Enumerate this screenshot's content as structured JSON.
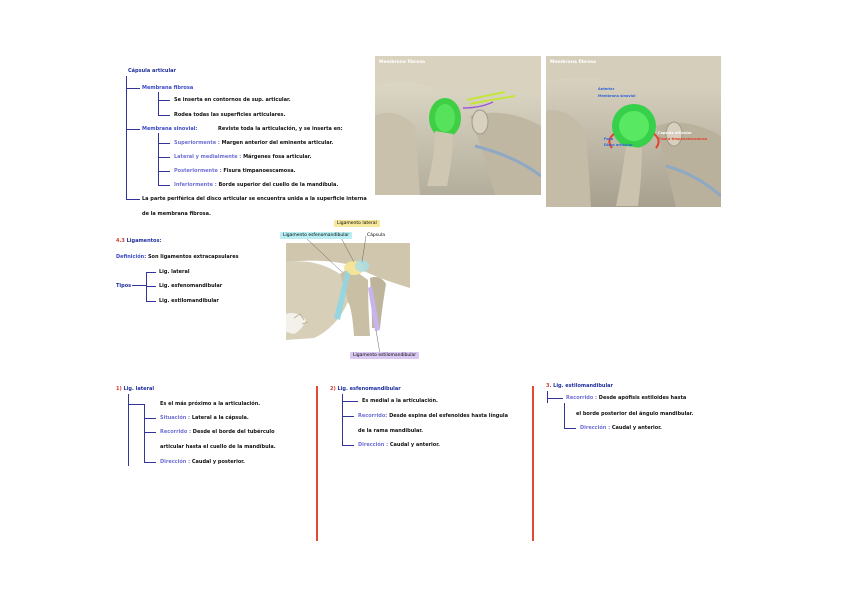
{
  "top": {
    "title": "Cápsula articular",
    "fibrosa": "Membrana fibrosa",
    "fib1": "Se inserta en contornos de sup. articular.",
    "fib2": "Rodea todas las superficies articulares.",
    "sinovial_label": "Membrana sinovial:",
    "sinovial_text": "Reviste toda la articulación, y se inserta en:",
    "sup_label": "Superiormente :",
    "sup_text": "Margen anterior del eminente articular.",
    "lat_label": "Lateral y medialmente :",
    "lat_text": "Márgenes fosa articular.",
    "post_label": "Posteriormente :",
    "post_text": "Fisura timpanoescamosa.",
    "inf_label": "Inferiormente :",
    "inf_text": "Borde superior del cuello de la mandíbula.",
    "note1": "La parte periférica del disco articular se encuentra unida a la superficie interna",
    "note2": "de la membrana fibrosa."
  },
  "images": {
    "left_title": "Membrana fibrosa",
    "right_title": "Membrana fibrosa",
    "right_labels": [
      "Anterior",
      "Membrana sinovial",
      "Fosa",
      "Disco articular",
      "Capsula articular",
      "Fisura timpanoescamosa"
    ]
  },
  "ligamentos": {
    "number": "4.3",
    "title": "Ligamentos:",
    "def_label": "Definición:",
    "def_text": "Son ligamentos extracapsulares",
    "tipos_label": "Tipos",
    "items": [
      "Lig. lateral",
      "Lig. esfenomandibular",
      "Lig. estilomandibular"
    ]
  },
  "diagram": {
    "tag_top": "Ligamento lateral",
    "tag_left": "Ligamento esfenomandibular",
    "tag_capsula": "Cápsula",
    "tag_bottom": "Ligamento estilomandibular",
    "colors": {
      "yellow": "#f6e89c",
      "cyan": "#b8eef4",
      "purple": "#d9c9f2"
    }
  },
  "col1": {
    "num": "1)",
    "title": "Lig. lateral",
    "l1": "Es el más próximo a la articulación.",
    "l2_label": "Situación :",
    "l2_text": "Lateral a la cápsula.",
    "l3_label": "Recorrido :",
    "l3_text": "Desde el borde del tubérculo",
    "l3b": "articular hasta el cuello de la mandíbula.",
    "l4_label": "Dirección :",
    "l4_text": "Caudal y posterior."
  },
  "col2": {
    "num": "2)",
    "title": "Lig. esfenomandibular",
    "l1": "Es medial a la articulación.",
    "l2_label": "Recorrido:",
    "l2_text": "Desde espina del esfenoides hasta língula",
    "l2b": "de la rama mandibular.",
    "l3_label": "Dirección :",
    "l3_text": "Caudal y anterior."
  },
  "col3": {
    "num": "3.",
    "title": "Lig. estilomandibular",
    "l1_label": "Recorrido :",
    "l1_text": "Desde apófisis estiloides hasta",
    "l1b": "el borde posterior del ángulo mandibular.",
    "l2_label": "Dirección :",
    "l2_text": "Caudal y anterior."
  }
}
